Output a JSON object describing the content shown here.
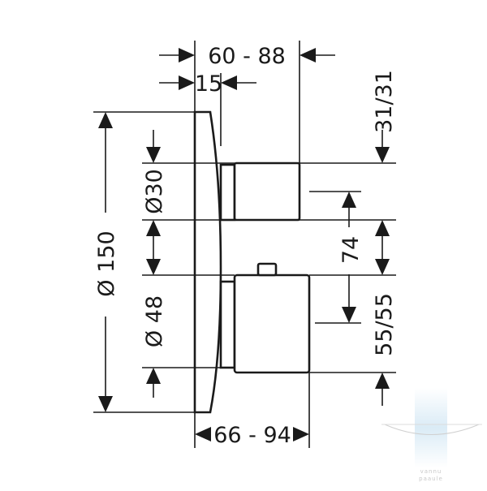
{
  "dimensions": {
    "projection": "60 - 88",
    "plate_offset": "15",
    "upper_handle_diameter": "Ø30",
    "plate_diameter": "Ø 150",
    "lower_handle_diameter": "Ø 48",
    "handle_spacing": "74",
    "upper_height": "31/31",
    "lower_height": "55/55",
    "lower_projection": "66 - 94"
  },
  "watermark": {
    "line1": "vannu",
    "line2": "paaule"
  },
  "colors": {
    "line": "#1a1a1a",
    "background": "#ffffff",
    "watermark": "#cfe3f2"
  }
}
